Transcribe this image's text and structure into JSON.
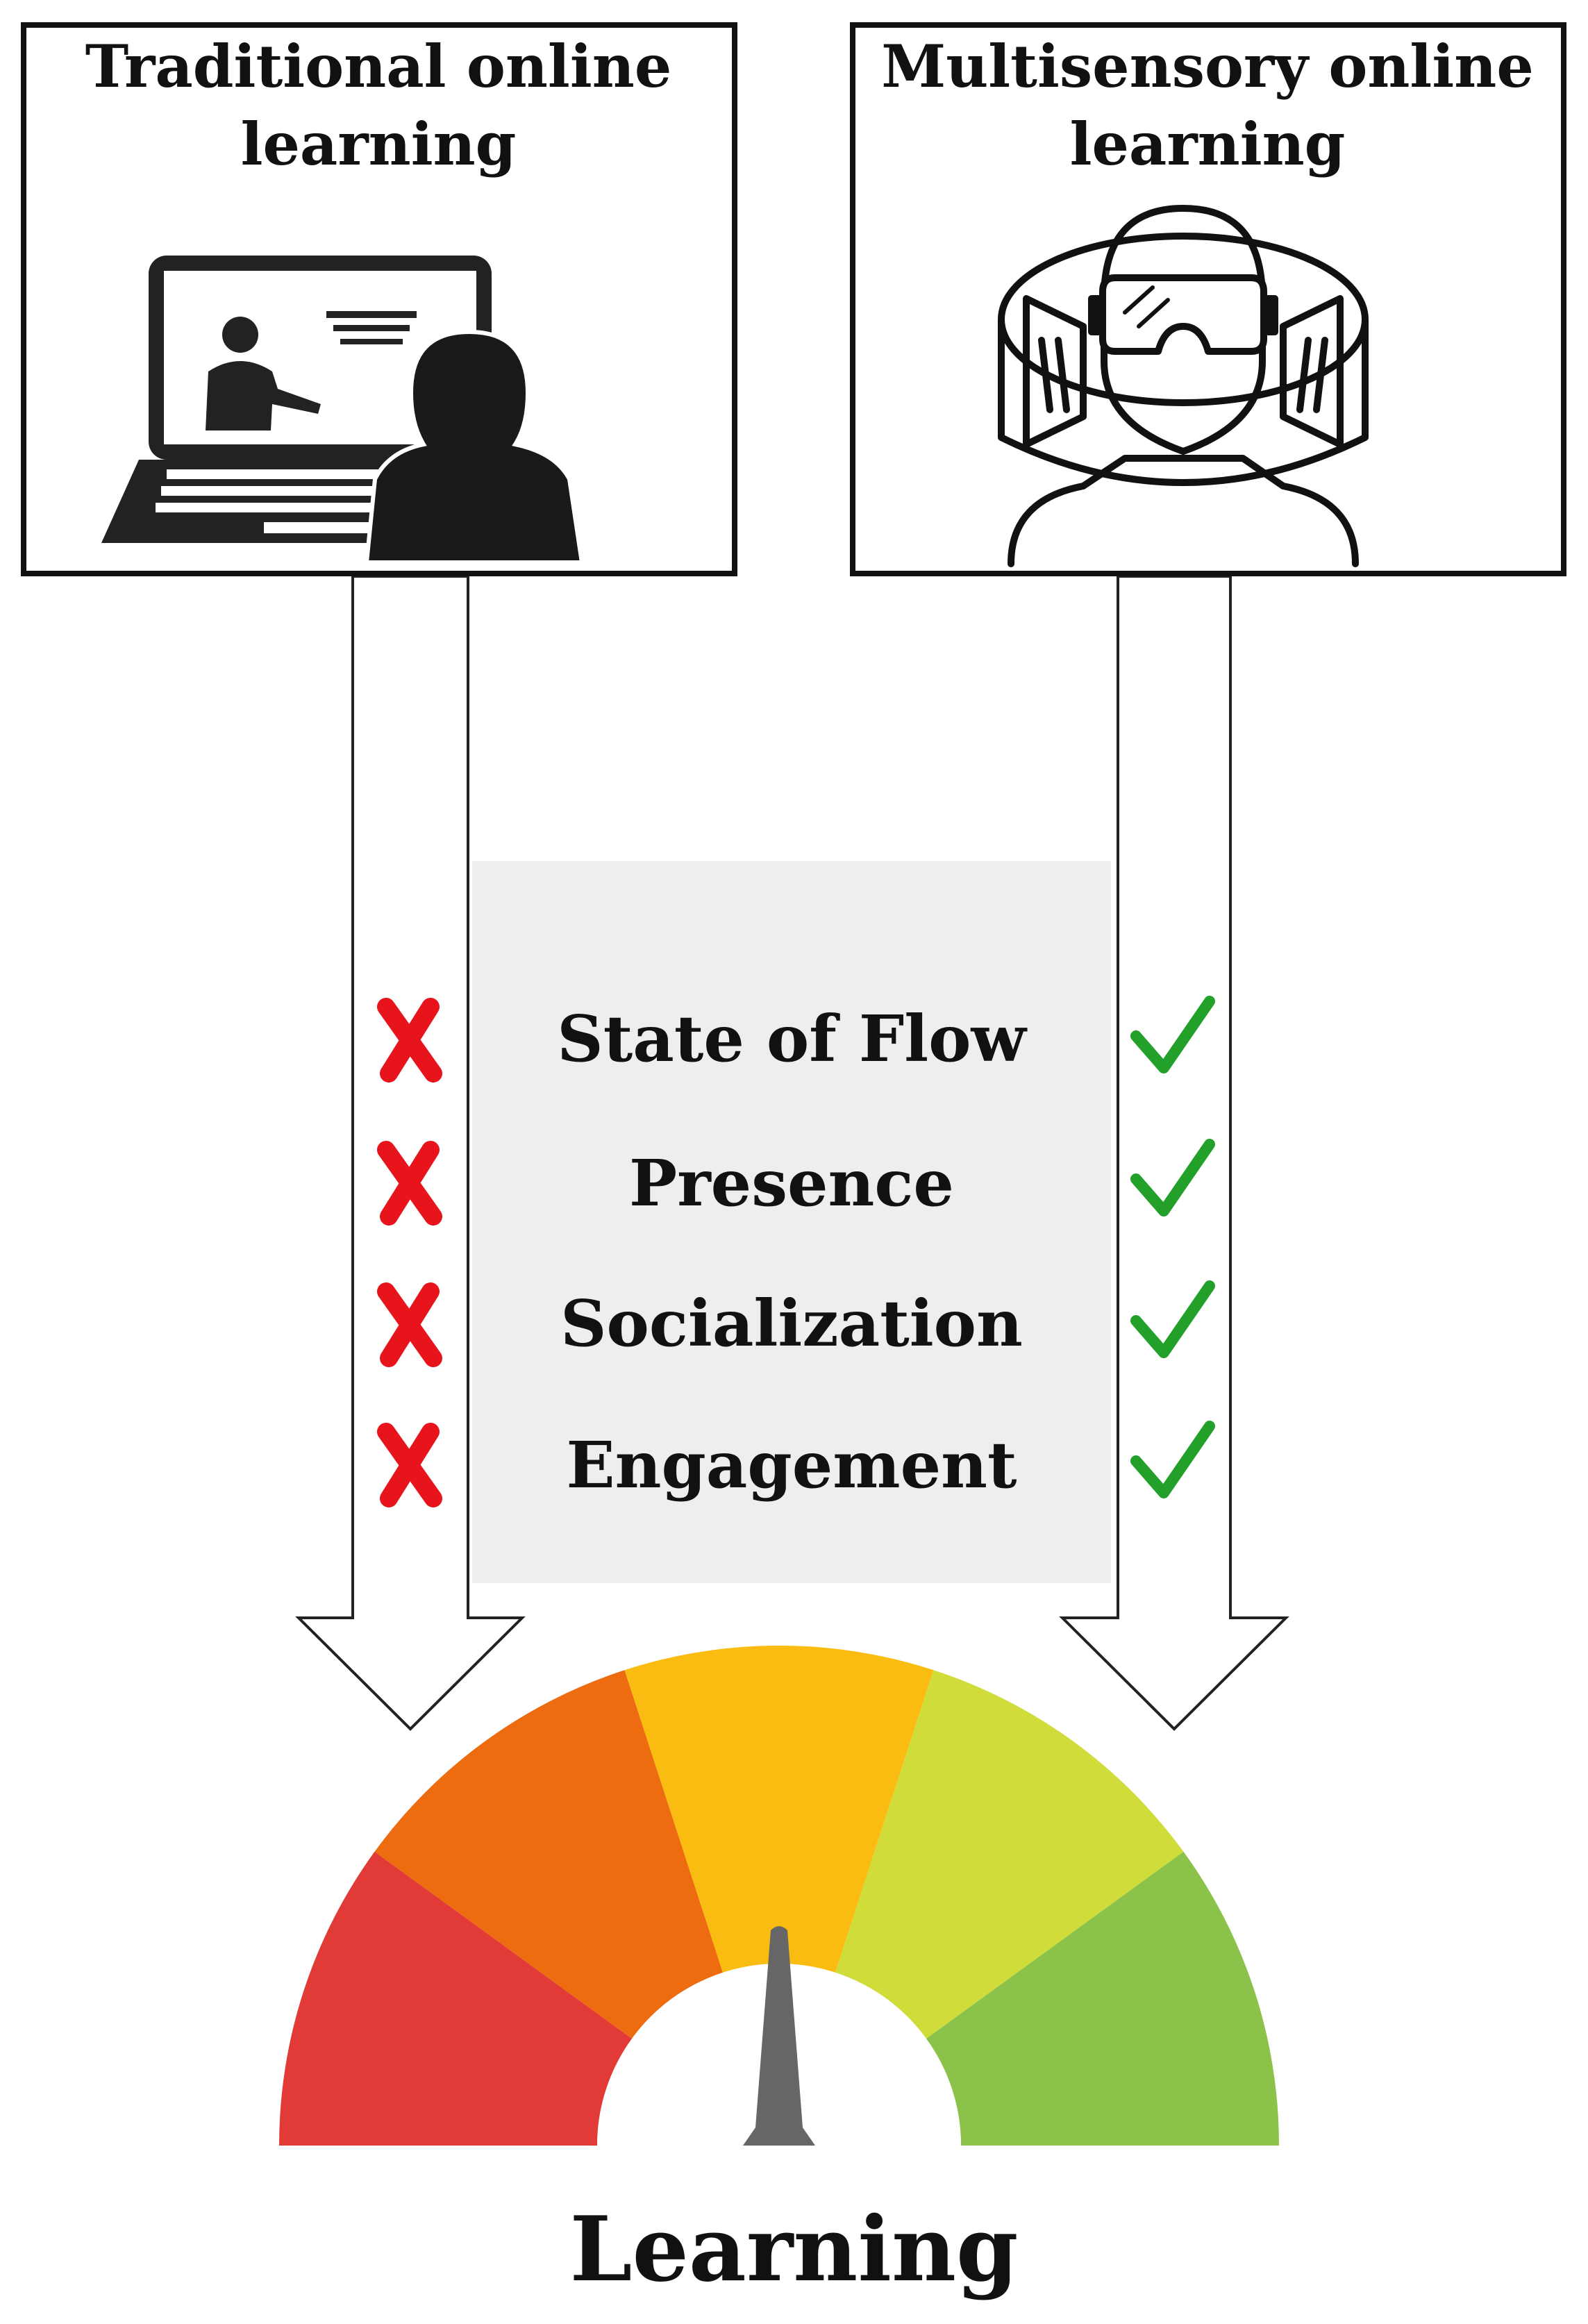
{
  "left_panel": {
    "title": "Traditional online\nlearning",
    "icon": "laptop-presenter-icon"
  },
  "right_panel": {
    "title": "Multisensory online\nlearning",
    "icon": "vr-headset-user-icon"
  },
  "factors": [
    {
      "label": "State of Flow",
      "traditional": "cross-icon",
      "multisensory": "check-icon"
    },
    {
      "label": "Presence",
      "traditional": "cross-icon",
      "multisensory": "check-icon"
    },
    {
      "label": "Socialization",
      "traditional": "cross-icon",
      "multisensory": "check-icon"
    },
    {
      "label": "Engagement",
      "traditional": "cross-icon",
      "multisensory": "check-icon"
    }
  ],
  "gauge": {
    "label": "Learning",
    "icon": "gauge-meter-icon",
    "segment_colors": [
      "#e23a36",
      "#ec6c0f",
      "#fbbc11",
      "#cfdc3a",
      "#8bc34a"
    ],
    "needle_color": "#666666"
  },
  "colors": {
    "cross": "#e8141c",
    "check": "#22a02a",
    "factor_panel": "#eeeeee"
  }
}
